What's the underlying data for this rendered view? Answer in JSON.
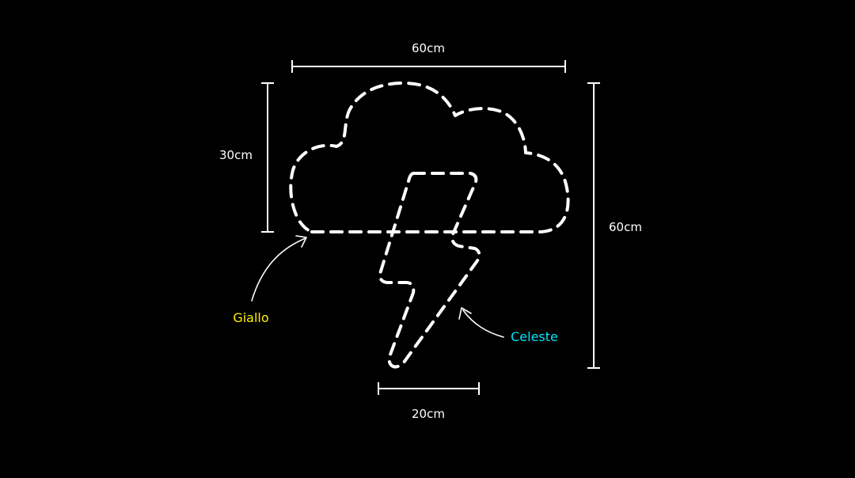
{
  "dimensions": {
    "top_width": "60cm",
    "left_height": "30cm",
    "right_height": "60cm",
    "bottom_width": "20cm"
  },
  "labels": {
    "cloud_color": "Giallo",
    "bolt_color": "Celeste"
  },
  "colors": {
    "background": "#000000",
    "outline": "#ffffff",
    "cloud_label": "#ffee00",
    "bolt_label": "#00e5ff"
  }
}
